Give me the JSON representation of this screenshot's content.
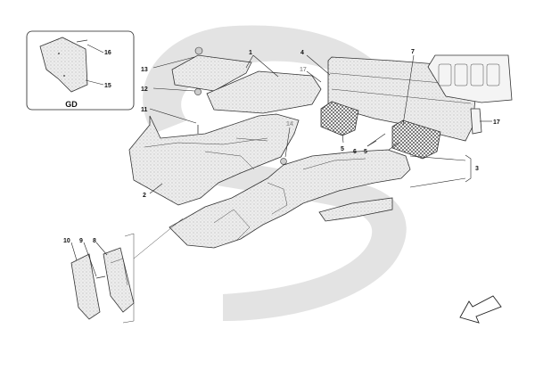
{
  "callouts": {
    "c1": "1",
    "c2": "2",
    "c3": "3",
    "c4": "4",
    "c5a": "5",
    "c5b": "5",
    "c6": "6",
    "c7": "7",
    "c8": "8",
    "c9": "9",
    "c10": "10",
    "c11": "11",
    "c12": "12",
    "c13": "13",
    "c14": "14",
    "c15": "15",
    "c16": "16",
    "c17a": "17",
    "c17b": "17"
  },
  "inset": {
    "label": "GD"
  },
  "colors": {
    "watermark": "#e3e3e3",
    "carpet_fill": "#e9e9e9",
    "carpet_stipple": "#9a9a9a",
    "line": "#222222",
    "faded_callout": "#9a9a9a"
  },
  "icons": {
    "direction_arrow": "arrow-down-left-icon"
  }
}
